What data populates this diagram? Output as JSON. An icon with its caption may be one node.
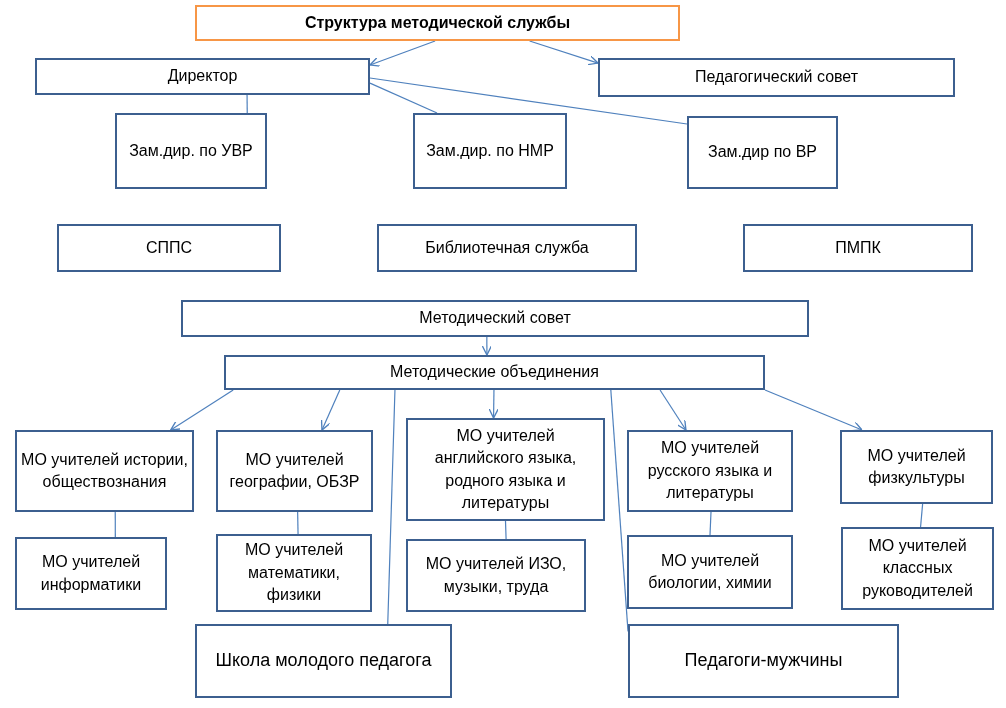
{
  "diagram": {
    "nodes": [
      {
        "text": [
          "Структура методической службы"
        ]
      },
      {
        "text": [
          "Директор"
        ]
      },
      {
        "text": [
          "Педагогический совет"
        ]
      },
      {
        "text": [
          "Зам.дир. по УВР"
        ]
      },
      {
        "text": [
          "Зам.дир. по НМР"
        ]
      },
      {
        "text": [
          "Зам.дир по ВР"
        ]
      },
      {
        "text": [
          "СППС"
        ]
      },
      {
        "text": [
          "Библиотечная служба"
        ]
      },
      {
        "text": [
          "ПМПК"
        ]
      },
      {
        "text": [
          "Методический совет"
        ]
      },
      {
        "text": [
          "Методические объединения"
        ]
      },
      {
        "text": [
          "МО учителей истории, обществознания"
        ]
      },
      {
        "text": [
          "МО учителей географии, ОБЗР"
        ]
      },
      {
        "text": [
          "МО учителей английского языка, родного языка и литературы"
        ]
      },
      {
        "text": [
          "МО учителей русского языка и литературы"
        ]
      },
      {
        "text": [
          "МО учителей физкультуры"
        ]
      },
      {
        "text": [
          "МО учителей информатики"
        ]
      },
      {
        "text": [
          "МО учителей математики, физики"
        ]
      },
      {
        "text": [
          "МО учителей ИЗО, музыки, труда"
        ]
      },
      {
        "text": [
          "МО учителей биологии, химии"
        ]
      },
      {
        "text": [
          "МО учителей классных руководителей"
        ]
      },
      {
        "text": [
          "Школа молодого педагога"
        ]
      },
      {
        "text": [
          "Педагоги-мужчины"
        ]
      }
    ],
    "edges": [
      {
        "from": 0,
        "to": 1,
        "arrow": "to"
      },
      {
        "from": 0,
        "to": 2,
        "arrow": "to"
      },
      {
        "from": 1,
        "to": 3,
        "arrow": "none"
      },
      {
        "from": 1,
        "to": 4,
        "arrow": "none"
      },
      {
        "from": 1,
        "to": 5,
        "arrow": "none"
      },
      {
        "from": 9,
        "to": 10,
        "arrow": "to"
      },
      {
        "from": 10,
        "to": 11,
        "arrow": "to"
      },
      {
        "from": 10,
        "to": 12,
        "arrow": "to"
      },
      {
        "from": 10,
        "to": 13,
        "arrow": "to"
      },
      {
        "from": 10,
        "to": 14,
        "arrow": "to"
      },
      {
        "from": 10,
        "to": 15,
        "arrow": "to"
      },
      {
        "from": 10,
        "to": 21,
        "arrow": "none"
      },
      {
        "from": 10,
        "to": 22,
        "arrow": "none"
      },
      {
        "from": 11,
        "to": 16,
        "arrow": "none"
      },
      {
        "from": 12,
        "to": 17,
        "arrow": "none"
      },
      {
        "from": 13,
        "to": 18,
        "arrow": "none"
      },
      {
        "from": 14,
        "to": 19,
        "arrow": "none"
      },
      {
        "from": 15,
        "to": 20,
        "arrow": "none"
      }
    ]
  }
}
